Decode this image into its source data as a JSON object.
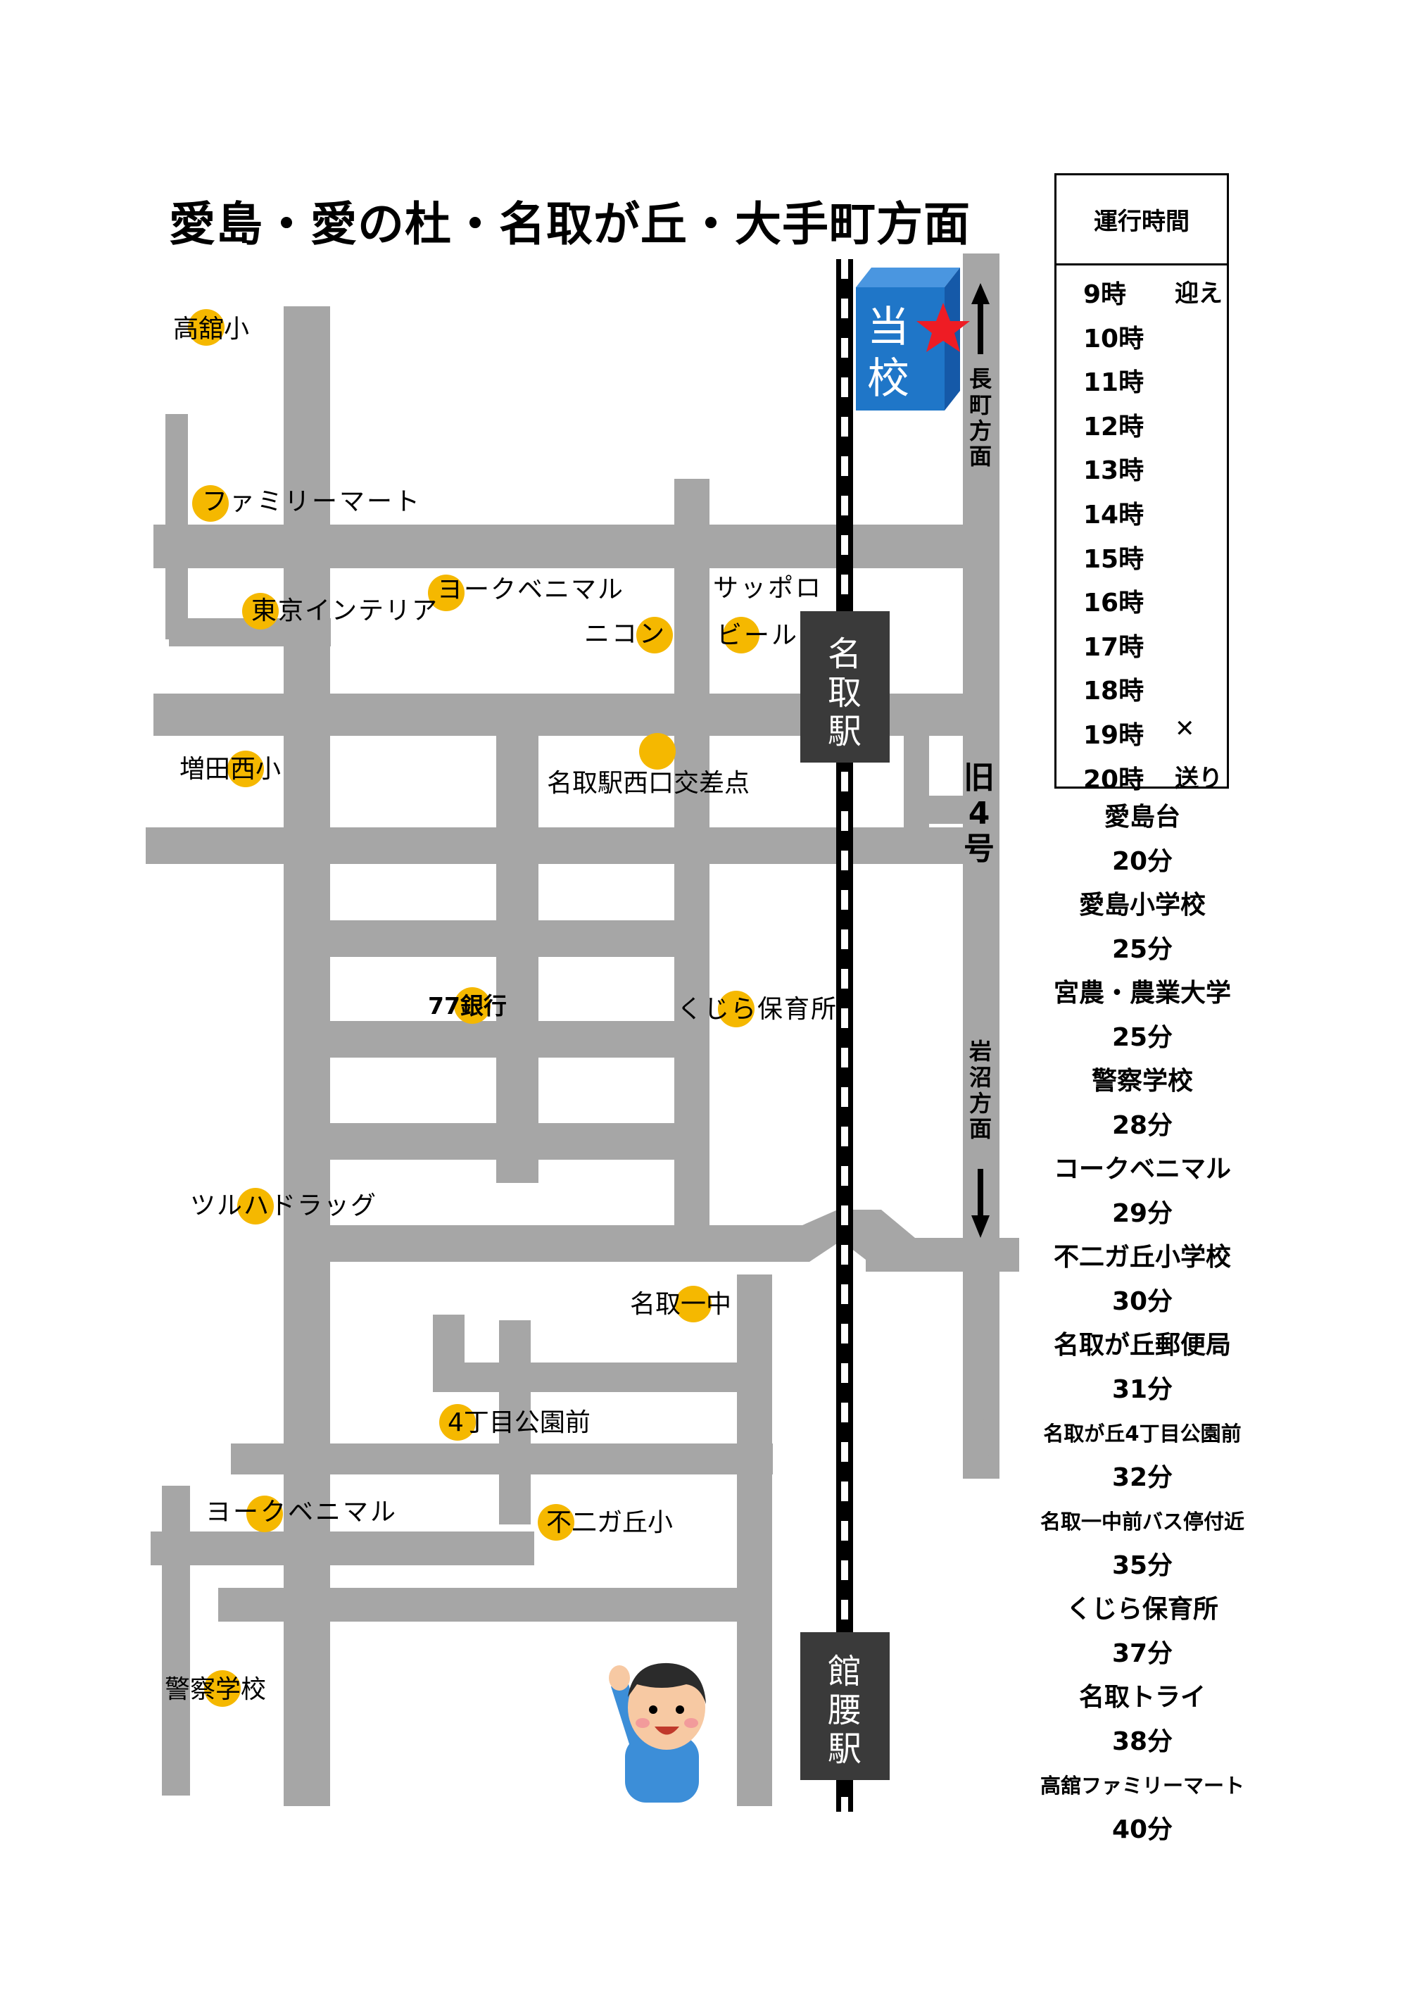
{
  "title": "愛島・愛の杜・名取が丘・大手町方面",
  "school": {
    "label_1": "当",
    "label_2": "校",
    "label_color": "#ffffff",
    "box_color": "#1f76c8",
    "marker": "red-star"
  },
  "directions": {
    "north_label": [
      "長",
      "町",
      "方",
      "面"
    ],
    "south_label": [
      "岩",
      "沼",
      "方",
      "面"
    ],
    "road_label": [
      "旧",
      "4",
      "号"
    ]
  },
  "stations": [
    {
      "name": [
        "名",
        "取",
        "駅"
      ]
    },
    {
      "name": [
        "館",
        "腰",
        "駅"
      ]
    }
  ],
  "landmarks": [
    {
      "label": "高舘小"
    },
    {
      "label": "ファミリーマート"
    },
    {
      "label": "ヨークベニマル"
    },
    {
      "label": "東京インテリア"
    },
    {
      "label": "ニコン"
    },
    {
      "label": "サッポロ"
    },
    {
      "label": "ビール"
    },
    {
      "label": "増田西小"
    },
    {
      "label": "名取駅西口交差点"
    },
    {
      "label": "77銀行"
    },
    {
      "label": "くじら保育所"
    },
    {
      "label": "ツルハドラッグ"
    },
    {
      "label": "名取一中"
    },
    {
      "label": "4丁目公園前"
    },
    {
      "label": "ヨークベニマル"
    },
    {
      "label": "不二ガ丘小"
    },
    {
      "label": "警察学校"
    }
  ],
  "schedule": {
    "header": "運行時間",
    "rows": [
      {
        "time": "9時",
        "note": "迎え"
      },
      {
        "time": "10時",
        "note": ""
      },
      {
        "time": "11時",
        "note": ""
      },
      {
        "time": "12時",
        "note": ""
      },
      {
        "time": "13時",
        "note": ""
      },
      {
        "time": "14時",
        "note": ""
      },
      {
        "time": "15時",
        "note": ""
      },
      {
        "time": "16時",
        "note": ""
      },
      {
        "time": "17時",
        "note": ""
      },
      {
        "time": "18時",
        "note": ""
      },
      {
        "time": "19時",
        "note": "✕"
      },
      {
        "time": "20時",
        "note": "送り"
      }
    ]
  },
  "stops": [
    {
      "name": "愛島台",
      "minutes": "20分"
    },
    {
      "name": "愛島小学校",
      "minutes": "25分"
    },
    {
      "name": "宮農・農業大学",
      "minutes": "25分"
    },
    {
      "name": "警察学校",
      "minutes": "28分"
    },
    {
      "name": "コークベニマル",
      "minutes": "29分"
    },
    {
      "name": "不二ガ丘小学校",
      "minutes": "30分"
    },
    {
      "name": "名取が丘郵便局",
      "minutes": "31分"
    },
    {
      "name": "名取が丘4丁目公園前",
      "minutes": "32分"
    },
    {
      "name": "名取一中前バス停付近",
      "minutes": "35分"
    },
    {
      "name": "くじら保育所",
      "minutes": "37分"
    },
    {
      "name": "名取トライ",
      "minutes": "38分"
    },
    {
      "name": "高舘ファミリーマート",
      "minutes": "40分"
    }
  ],
  "colors": {
    "road": "#a6a6a6",
    "station": "#3a3a3a",
    "landmark_dot": "#f5b800",
    "star": "#ee1c24"
  }
}
